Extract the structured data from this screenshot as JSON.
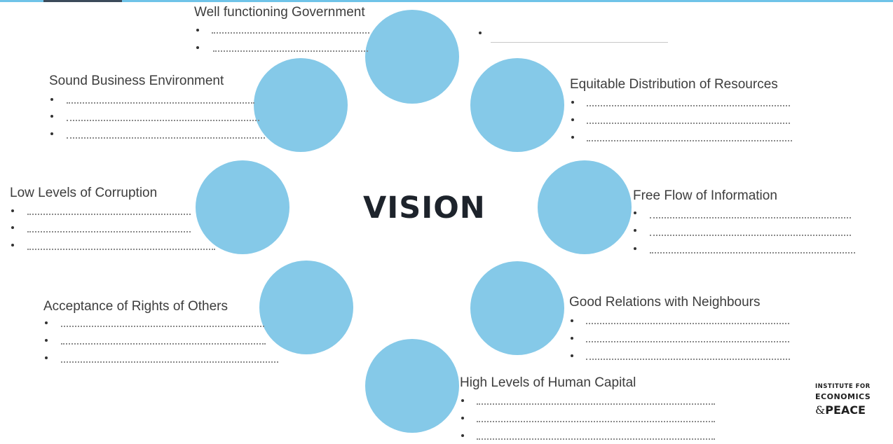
{
  "center": {
    "title": "VISION"
  },
  "pillars": [
    {
      "key": "government",
      "label": "Well functioning Government"
    },
    {
      "key": "resources",
      "label": "Equitable Distribution of Resources"
    },
    {
      "key": "information",
      "label": "Free Flow of Information"
    },
    {
      "key": "neighbours",
      "label": "Good Relations with Neighbours"
    },
    {
      "key": "human-capital",
      "label": "High Levels of Human Capital"
    },
    {
      "key": "rights",
      "label": "Acceptance of Rights of Others"
    },
    {
      "key": "corruption",
      "label": "Low Levels of Corruption"
    },
    {
      "key": "business",
      "label": "Sound Business Environment"
    }
  ],
  "logo": {
    "line1": "INSTITUTE FOR",
    "line2": "ECONOMICS",
    "amp": "&",
    "line3": "PEACE"
  },
  "colors": {
    "circle": "#85c9e8",
    "accent_rule": "#6fc3e8",
    "title": "#1d232b"
  }
}
